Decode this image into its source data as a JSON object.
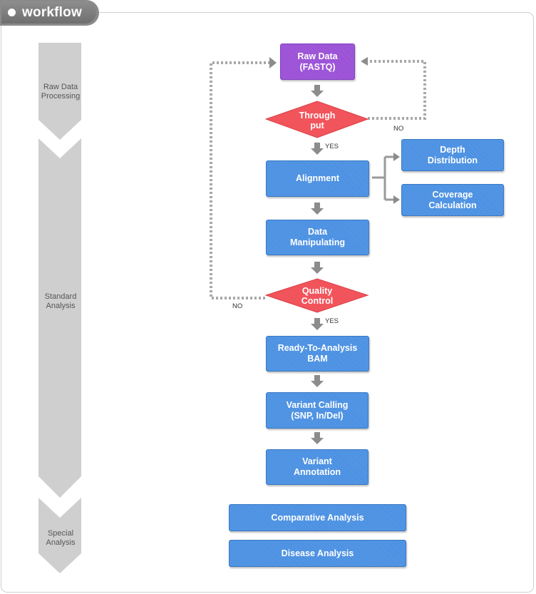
{
  "header": {
    "title": "workflow"
  },
  "stages": [
    {
      "label": "Raw Data\nProcessing"
    },
    {
      "label": "Standard\nAnalysis"
    },
    {
      "label": "Special\nAnalysis"
    }
  ],
  "nodes": {
    "raw_data": "Raw Data\n(FASTQ)",
    "throughput": "Through\nput",
    "alignment": "Alignment",
    "depth_distribution": "Depth\nDistribution",
    "coverage_calculation": "Coverage\nCalculation",
    "data_manipulating": "Data\nManipulating",
    "quality_control": "Quality\nControl",
    "ready_bam": "Ready-To-Analysis\nBAM",
    "variant_calling": "Variant Calling\n(SNP, In/Del)",
    "variant_annotation": "Variant\nAnnotation",
    "comparative_analysis": "Comparative Analysis",
    "disease_analysis": "Disease Analysis"
  },
  "edge_labels": {
    "throughput_yes": "YES",
    "throughput_no": "NO",
    "qc_yes": "YES",
    "qc_no": "NO"
  },
  "colors": {
    "process_box": "#4a90e2",
    "input_box": "#9a4fd6",
    "decision": "#f2545b",
    "stage_arrow": "#cfcfcf"
  }
}
